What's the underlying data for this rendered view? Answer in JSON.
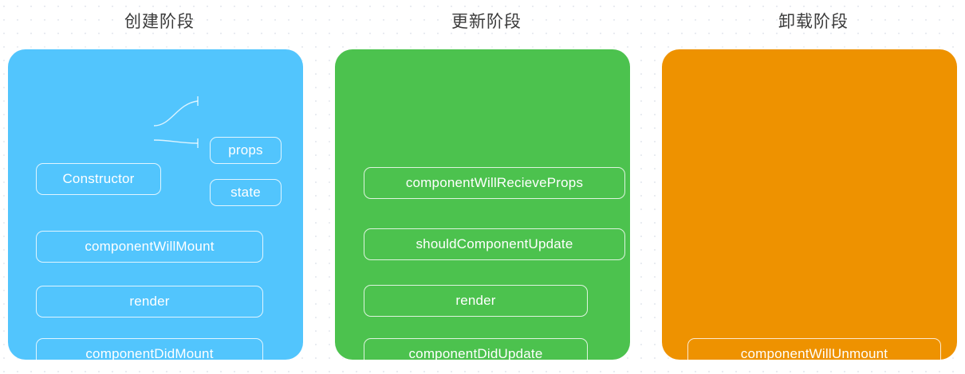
{
  "colors": {
    "background": "#ffffff",
    "creation_panel": "#52c5fd",
    "update_panel": "#4cc24e",
    "unmount_panel": "#ee9200",
    "node_text": "#ffffff",
    "node_border": "rgba(255,255,255,0.82)",
    "title_text": "#3b3b3b"
  },
  "phases": [
    {
      "id": "creation",
      "title": "创建阶段",
      "panel_color": "#52c5fd",
      "nodes": [
        {
          "key": "constructor",
          "label": "Constructor"
        },
        {
          "key": "props",
          "label": "props"
        },
        {
          "key": "state",
          "label": "state"
        },
        {
          "key": "component_will_mount",
          "label": "componentWillMount"
        },
        {
          "key": "render",
          "label": "render"
        },
        {
          "key": "component_did_mount",
          "label": "componentDidMount"
        }
      ],
      "connections": [
        {
          "from": "constructor",
          "to": "props"
        },
        {
          "from": "constructor",
          "to": "state"
        }
      ]
    },
    {
      "id": "update",
      "title": "更新阶段",
      "panel_color": "#4cc24e",
      "nodes": [
        {
          "key": "component_will_recieve_props",
          "label": "componentWillRecieveProps"
        },
        {
          "key": "should_component_update",
          "label": "shouldComponentUpdate"
        },
        {
          "key": "render",
          "label": "render"
        },
        {
          "key": "component_did_update",
          "label": "componentDidUpdate"
        }
      ],
      "connections": []
    },
    {
      "id": "unmount",
      "title": "卸载阶段",
      "panel_color": "#ee9200",
      "nodes": [
        {
          "key": "component_will_unmount",
          "label": "componentWillUnmount"
        }
      ],
      "connections": []
    }
  ]
}
